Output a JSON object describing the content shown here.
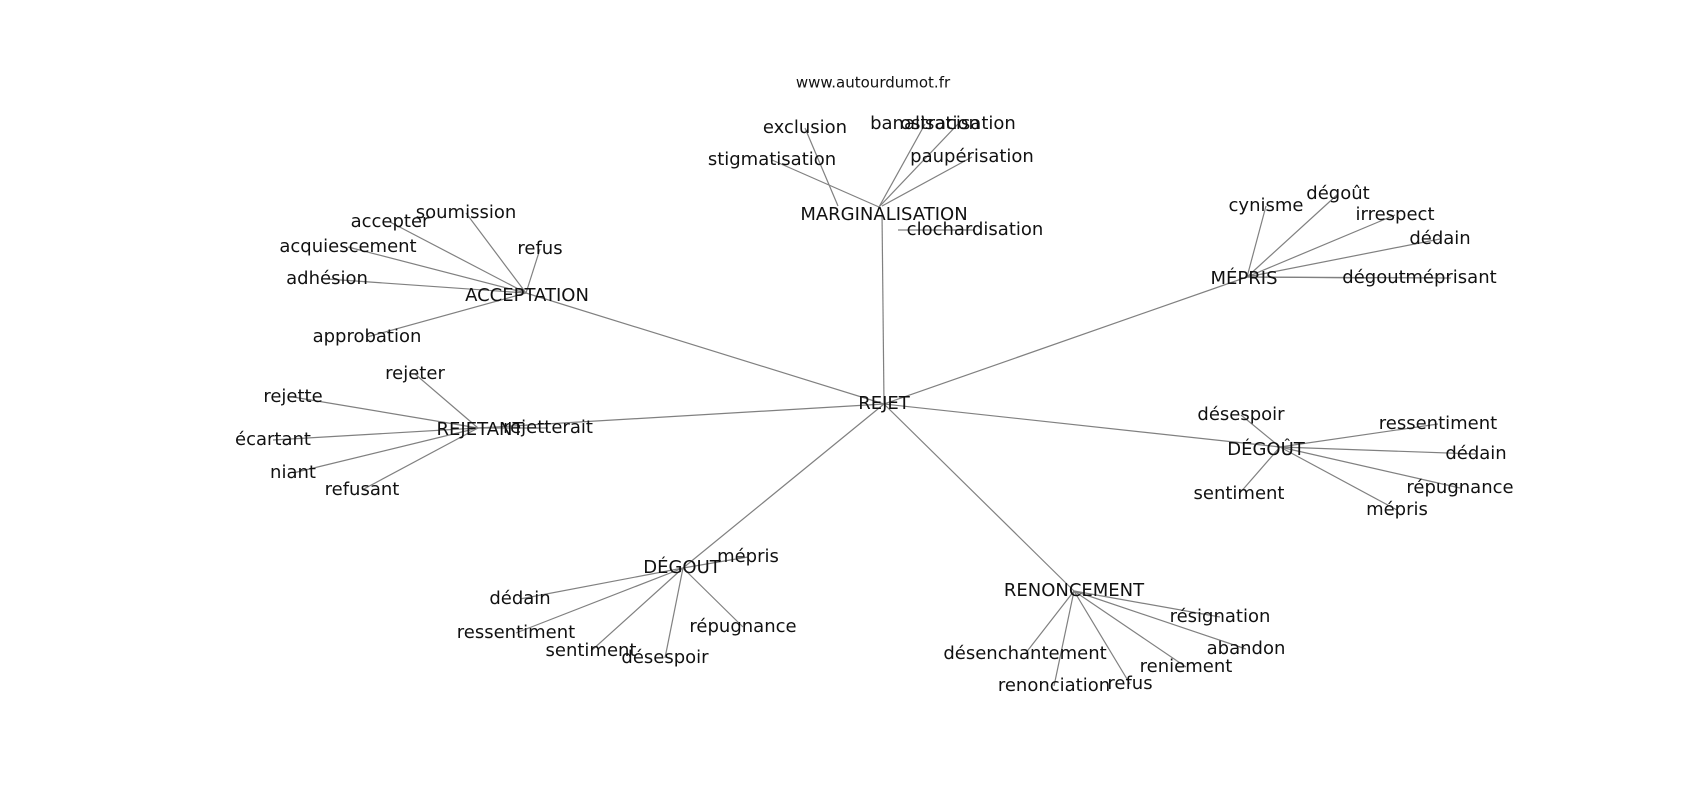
{
  "site": "www.autourdumot.fr",
  "root": "REJET",
  "clusters": [
    {
      "label": "MARGINALISATION",
      "leaves": [
        "exclusion",
        "banalisation",
        "ostracisation",
        "paupérisation",
        "stigmatisation",
        "clochardisation"
      ]
    },
    {
      "label": "ACCEPTATION",
      "leaves": [
        "soumission",
        "accepter",
        "refus",
        "acquiescement",
        "adhésion",
        "approbation"
      ]
    },
    {
      "label": "MÉPRIS",
      "leaves": [
        "cynisme",
        "dégoût",
        "irrespect",
        "dédain",
        "dégout",
        "méprisant"
      ]
    },
    {
      "label": "REJETANT",
      "leaves": [
        "rejeter",
        "rejette",
        "rejetterait",
        "écartant",
        "niant",
        "refusant"
      ]
    },
    {
      "label": "DÉGOÛT",
      "leaves": [
        "désespoir",
        "ressentiment",
        "dédain",
        "répugnance",
        "sentiment",
        "mépris"
      ]
    },
    {
      "label": "DÉGOUT",
      "leaves": [
        "mépris",
        "dédain",
        "ressentiment",
        "répugnance",
        "sentiment",
        "désespoir"
      ]
    },
    {
      "label": "RENONCEMENT",
      "leaves": [
        "résignation",
        "abandon",
        "désenchantement",
        "reniement",
        "renonciation",
        "refus"
      ]
    }
  ]
}
